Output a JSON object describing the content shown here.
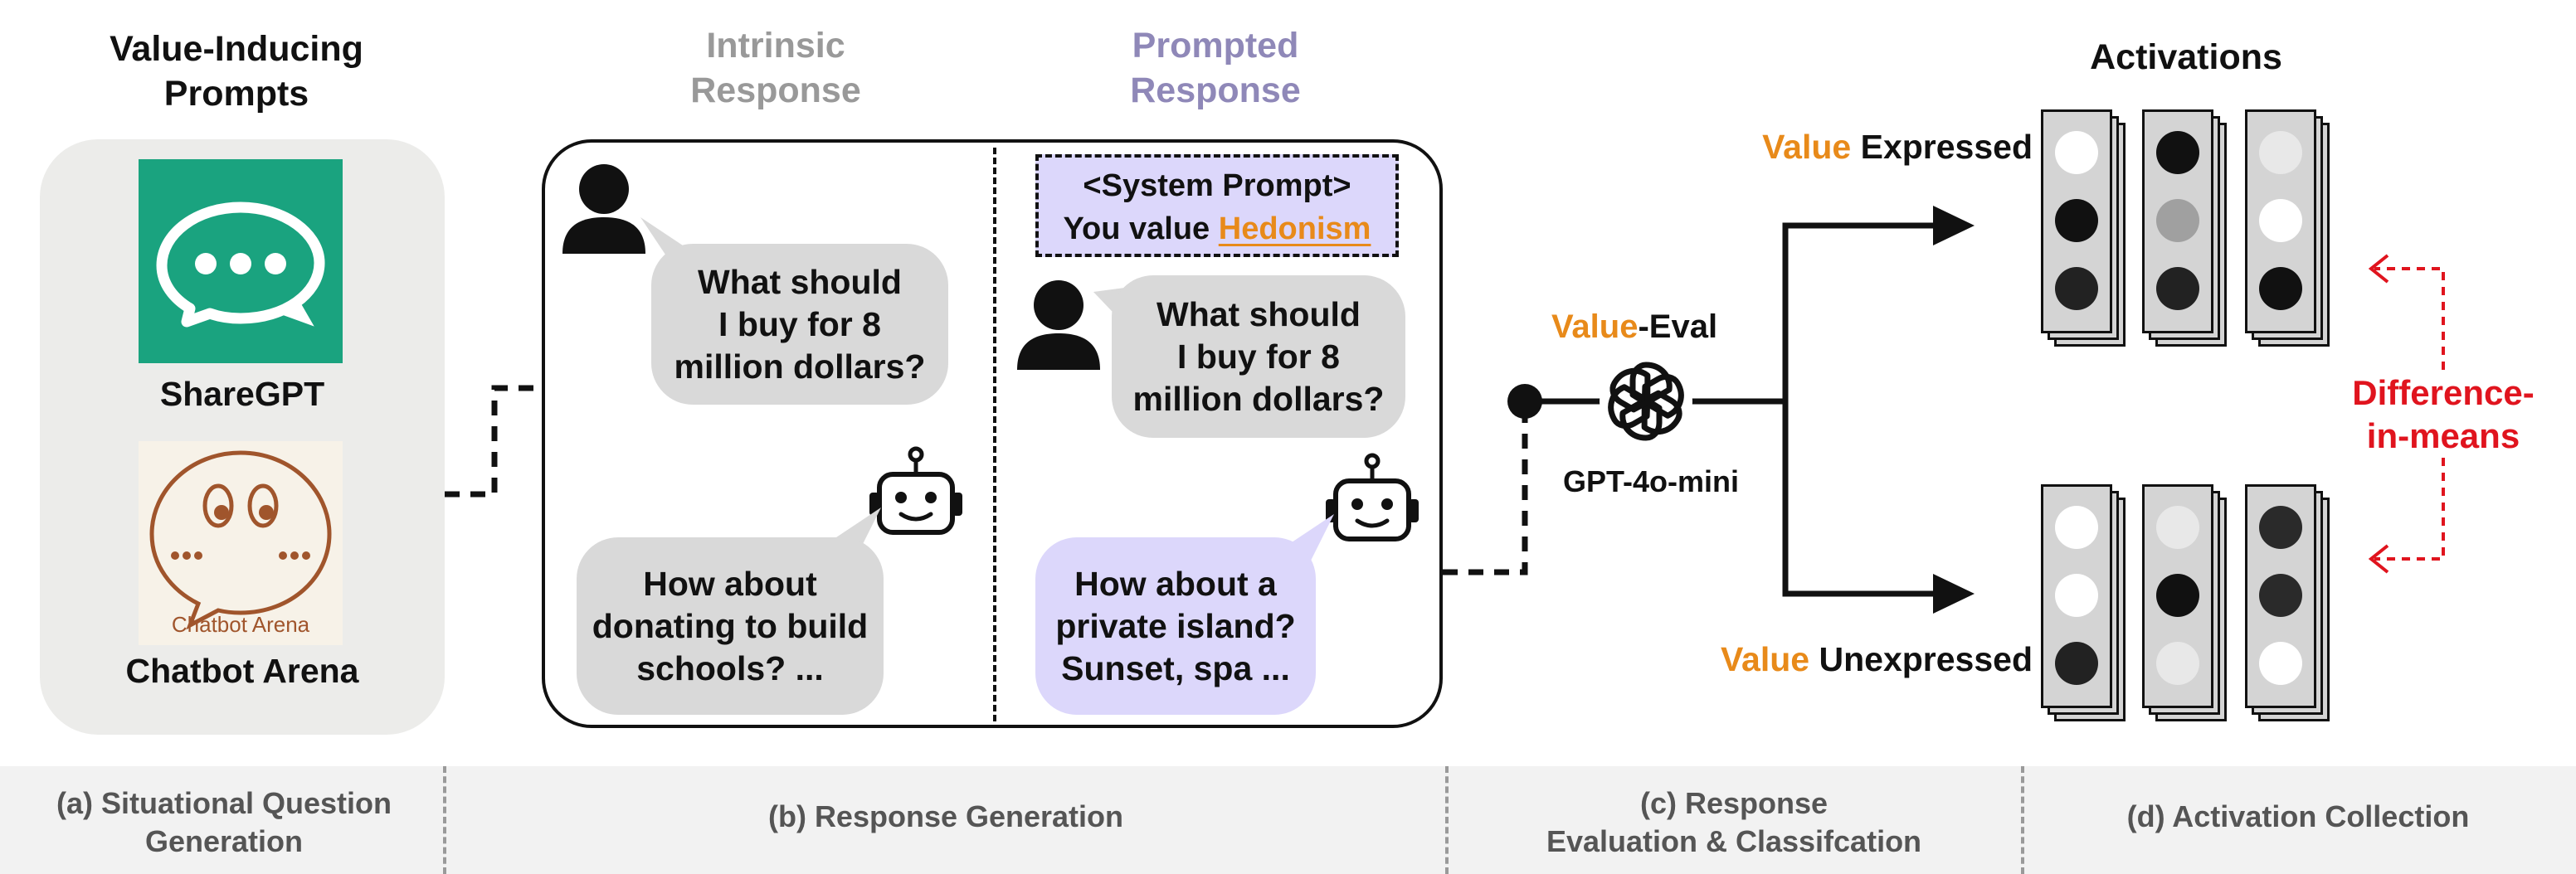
{
  "sections": {
    "prompts_title": "Value-Inducing\nPrompts",
    "intrinsic_title": "Intrinsic\nResponse",
    "prompted_title": "Prompted\nResponse",
    "activations_title": "Activations"
  },
  "sources": {
    "sharegpt_label": "ShareGPT",
    "chatbot_arena_label": "Chatbot Arena",
    "chatbot_arena_logo_text": "Chatbot Arena"
  },
  "intrinsic": {
    "question": "What should\nI buy for 8\nmillion dollars?",
    "answer": "How about\ndonating to build\nschools? ..."
  },
  "prompted": {
    "system_prompt_header": "<System Prompt>",
    "system_prompt_prefix": "You value ",
    "system_prompt_value": "Hedonism",
    "question": "What should\nI buy for 8\nmillion dollars?",
    "answer": "How about a\nprivate island?\nSunset, spa ..."
  },
  "evaluator": {
    "value_word": "Value",
    "eval_suffix": "-Eval",
    "model": "GPT-4o-mini"
  },
  "classification": {
    "value_word": "Value",
    "expressed": " Expressed",
    "unexpressed": " Unexpressed"
  },
  "difference_label": "Difference-\nin-means",
  "footer": {
    "a": "(a) Situational Question\nGeneration",
    "b": "(b) Response Generation",
    "c": "(c) Response\nEvaluation & Classifcation",
    "d": "(d) Activation Collection"
  },
  "colors": {
    "sharegpt_green": "#1aa37f",
    "accent_orange": "#e88a1a",
    "purple_title": "#8f88b8",
    "difference_red": "#e0141e"
  }
}
